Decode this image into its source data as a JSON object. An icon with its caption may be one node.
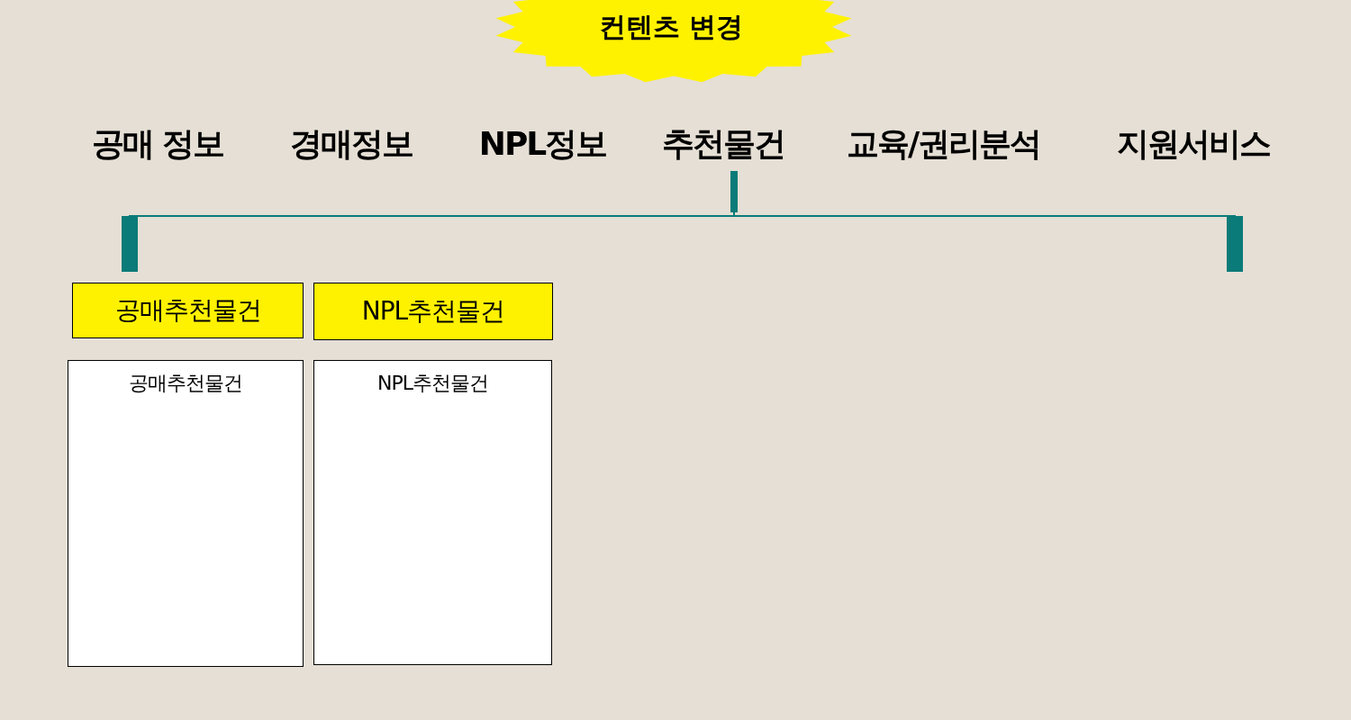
{
  "diagram": {
    "title": "컨텐츠 변경",
    "nodes": [
      {
        "text": [
          "공매 정보"
        ]
      },
      {
        "text": [
          "경매정보"
        ]
      },
      {
        "text": [
          "NPL정보"
        ]
      },
      {
        "text": [
          "추천물건"
        ]
      },
      {
        "text": [
          "교육/권리분석"
        ]
      },
      {
        "text": [
          "지원서비스"
        ]
      },
      {
        "text": [
          "공매추천물건"
        ]
      },
      {
        "text": [
          "NPL추천물건"
        ]
      },
      {
        "text": [
          "공매추천물건"
        ]
      },
      {
        "text": [
          "NPL추천물건"
        ]
      }
    ],
    "edges": [
      {
        "from": 3,
        "to": 6,
        "arrow": "other"
      },
      {
        "from": 3,
        "to": null,
        "arrow": "other"
      }
    ]
  }
}
